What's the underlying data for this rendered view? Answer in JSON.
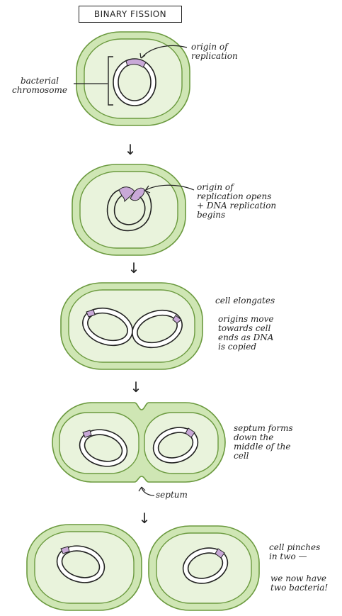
{
  "title": "BINARY FISSION",
  "colors": {
    "cell_wall_fill": "#cfe6b4",
    "cell_wall_stroke": "#6b9a3f",
    "cytoplasm_fill": "#e9f3dc",
    "chromosome_stroke": "#222222",
    "chromosome_fill": "#ffffff",
    "origin_fill": "#c9a9d8"
  },
  "steps": [
    {
      "labels": {
        "origin": "origin of\nreplication",
        "chromosome": "bacterial\nchromosome"
      }
    },
    {
      "labels": {
        "note": "origin of\nreplication opens\n+ DNA replication\nbegins"
      }
    },
    {
      "labels": {
        "note1": "cell elongates",
        "note2": "origins move\ntowards cell\nends as DNA\nis copied"
      }
    },
    {
      "labels": {
        "note": "septum forms\ndown the\nmiddle of the\ncell",
        "septum": "septum"
      }
    },
    {
      "labels": {
        "note1": "cell pinches\nin two —",
        "note2": "we now have\ntwo bacteria!"
      }
    }
  ],
  "arrow_glyph": "↓"
}
